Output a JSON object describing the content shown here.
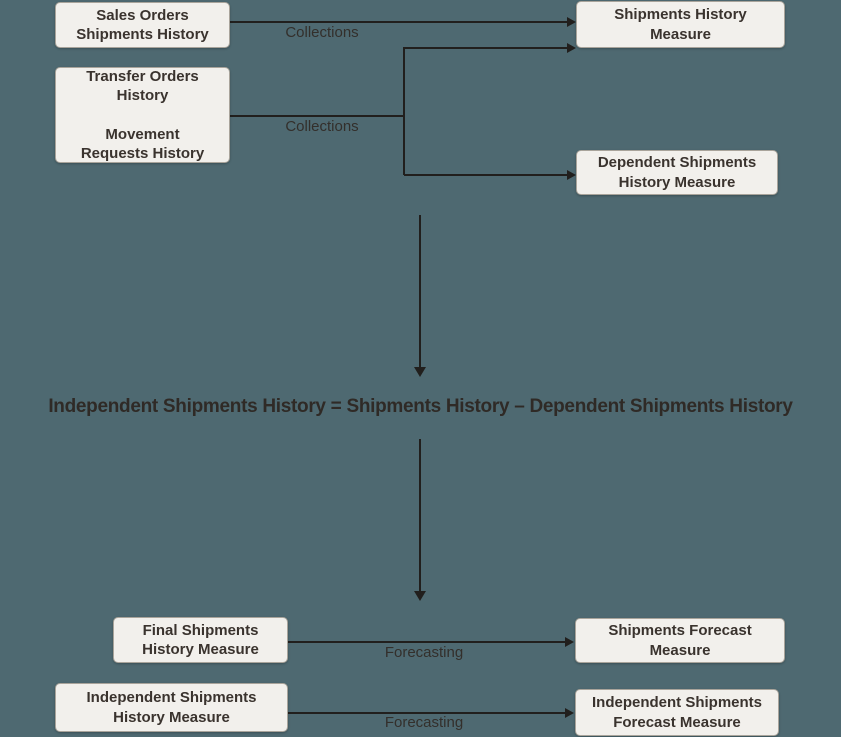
{
  "diagram": {
    "boxes": {
      "sales_orders": {
        "text": "Sales Orders\nShipments History"
      },
      "transfer_orders": {
        "text": "Transfer Orders\nHistory\n\nMovement\nRequests History"
      },
      "shipments_history_measure": {
        "text": "Shipments History\nMeasure"
      },
      "dependent_shipments_history_measure": {
        "text": "Dependent Shipments\nHistory Measure"
      },
      "final_shipments_history_measure": {
        "text": "Final Shipments\nHistory Measure"
      },
      "independent_shipments_history_measure": {
        "text": "Independent Shipments\nHistory Measure"
      },
      "shipments_forecast_measure": {
        "text": "Shipments Forecast\nMeasure"
      },
      "independent_shipments_forecast_measure": {
        "text": "Independent Shipments\nForecast Measure"
      }
    },
    "connector_labels": {
      "collections_top": "Collections",
      "collections_middle": "Collections",
      "forecasting_top": "Forecasting",
      "forecasting_bottom": "Forecasting"
    },
    "equation": "Independent Shipments History = Shipments History – Dependent Shipments History",
    "colors": {
      "background": "#4e6971",
      "box_fill": "#f2f0ec",
      "box_border": "#a9a49b",
      "box_text": "#3a332e",
      "connector_line": "#211f1d",
      "label_text": "#332f2b"
    }
  }
}
